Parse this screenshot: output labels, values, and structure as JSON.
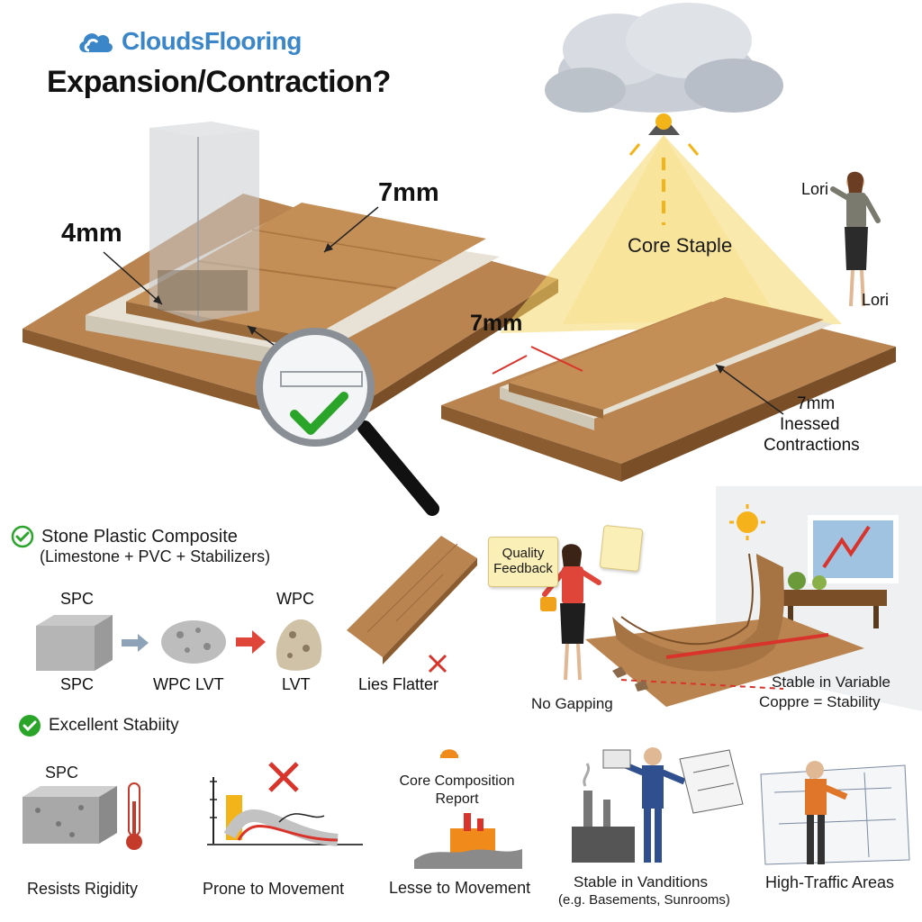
{
  "brand": {
    "name": "CloudsFlooring",
    "logo_icon": "cloud-logo-icon",
    "accent": "#3a86c8"
  },
  "headline": "Expansion/Contraction?",
  "hero_left": {
    "label_thickness_core": "4mm",
    "label_thickness_plank": "7mm",
    "magnifier_icon": "magnifier-check-icon"
  },
  "hero_right": {
    "light_label": "Core Staple",
    "thickness_label": "7mm",
    "person_label_top": "Lori",
    "person_label_bottom": "Lori",
    "callout_line1": "7mm",
    "callout_line2": "Inessed",
    "callout_line3": "Contractions"
  },
  "spc_section": {
    "title": "Stone Plastic Composite",
    "subtitle": "(Limestone + PVC + Stabilizers)",
    "check_color": "#2aa52a",
    "top_labels": [
      "SPC",
      "WPC"
    ],
    "bottom_labels": [
      "SPC",
      "WPC LVT",
      "LVT"
    ],
    "plank_label": "Lies Flatter"
  },
  "warp_section": {
    "bubble": "Quality Feedback",
    "caption_left": "No Gapping",
    "caption_right_line1": "Stable in Variable",
    "caption_right_line2": "Coppre = Stability"
  },
  "stability": {
    "title": "Excellent Stabiity",
    "items": [
      {
        "top": "SPC",
        "caption": "Resists Rigidity"
      },
      {
        "top": "",
        "caption": "Prone to Movement"
      },
      {
        "top": "Core Composition Report",
        "caption": "Lesse to Movement"
      },
      {
        "top": "",
        "caption": "Stable in Vanditions",
        "caption2": "(e.g. Basements, Sunrooms)"
      },
      {
        "top": "",
        "caption": "High-Traffic Areas"
      }
    ]
  }
}
